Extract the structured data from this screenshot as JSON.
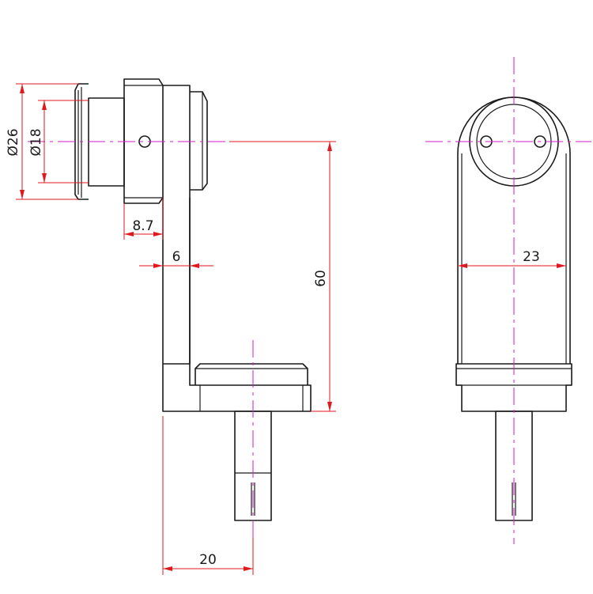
{
  "dimensions": {
    "dia_outer": "Ø26",
    "dia_inner": "Ø18",
    "flange_width": "8.7",
    "plate_thickness": "6",
    "height": "60",
    "foot_offset": "20",
    "side_width": "23"
  },
  "colors": {
    "outline": "#1a1a1a",
    "dimension": "#e0191f",
    "centerline": "#d21ad2",
    "background": "#ffffff"
  }
}
